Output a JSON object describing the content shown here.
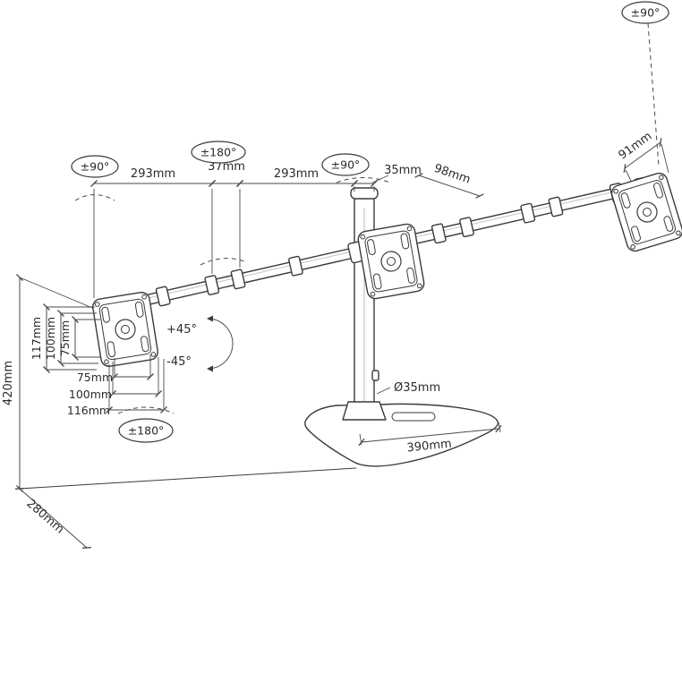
{
  "meta": {
    "ink_color": "#3a3a3a",
    "background_color": "#ffffff",
    "subject": "triple-monitor-desk-stand-dimension-diagram"
  },
  "rotations": {
    "left_arm": "±90°",
    "mid_swivel": "±180°",
    "pole_swivel": "±90°",
    "right_arm": "±90°",
    "plate_rotate": "±180°",
    "tilt_up": "+45°",
    "tilt_down": "-45°"
  },
  "dimensions": {
    "arm_left": "293mm",
    "center_gap": "37mm",
    "arm_right": "293mm",
    "pole_top": "35mm",
    "mid_offset": "98mm",
    "end_offset": "91mm",
    "vesa_plate_height": "117mm",
    "vesa_v100": "100mm",
    "vesa_v75": "75mm",
    "vesa_h75": "75mm",
    "vesa_h100": "100mm",
    "vesa_plate_width": "116mm",
    "pole_diameter": "Ø35mm",
    "base_length": "390mm",
    "overall_height": "420mm",
    "base_depth": "280mm"
  }
}
